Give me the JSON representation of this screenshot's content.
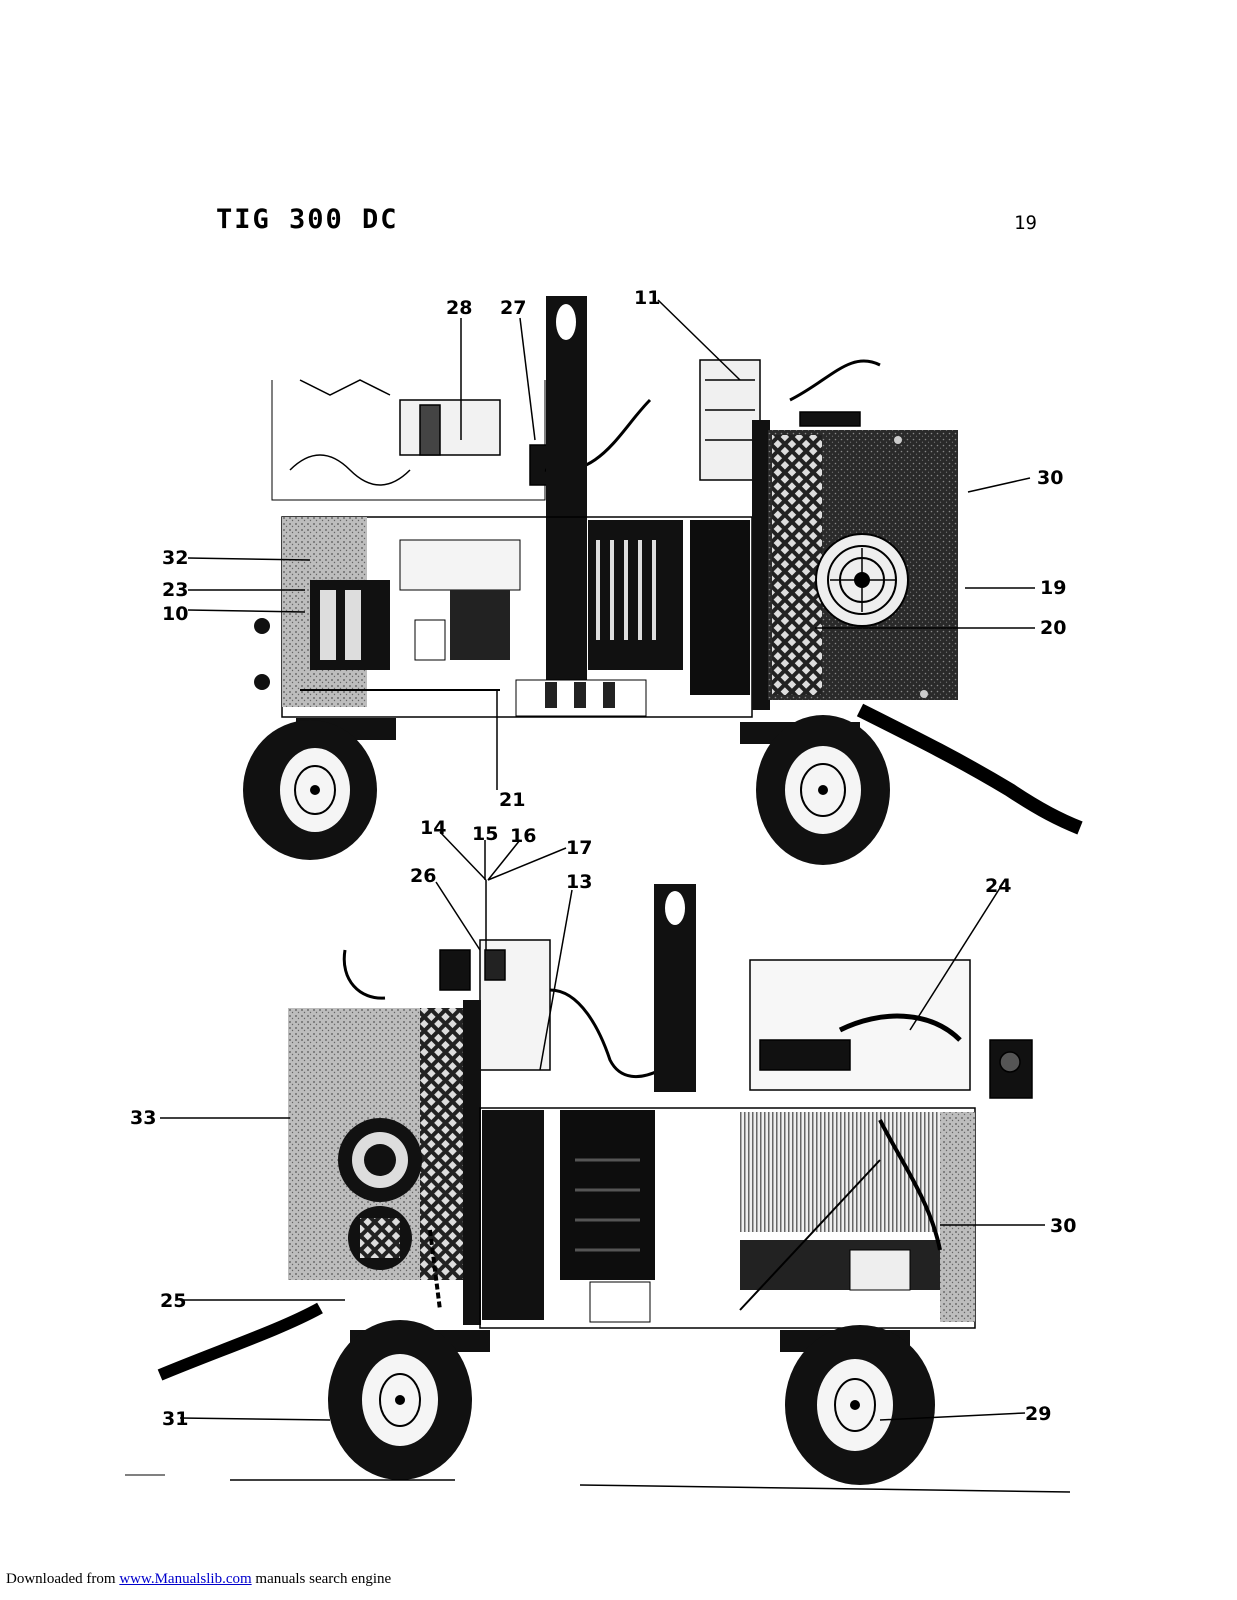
{
  "header": {
    "title": "TIG 300 DC",
    "page_number": "19"
  },
  "figure": {
    "top_view_callouts": [
      "28",
      "27",
      "11",
      "30",
      "32",
      "23",
      "10",
      "19",
      "20",
      "21"
    ],
    "bottom_view_callouts": [
      "14",
      "15",
      "16",
      "17",
      "26",
      "13",
      "24",
      "33",
      "30",
      "25",
      "31",
      "29"
    ]
  },
  "footer": {
    "prefix": "Downloaded from ",
    "link": "www.Manualslib.com",
    "suffix": " manuals search engine"
  }
}
